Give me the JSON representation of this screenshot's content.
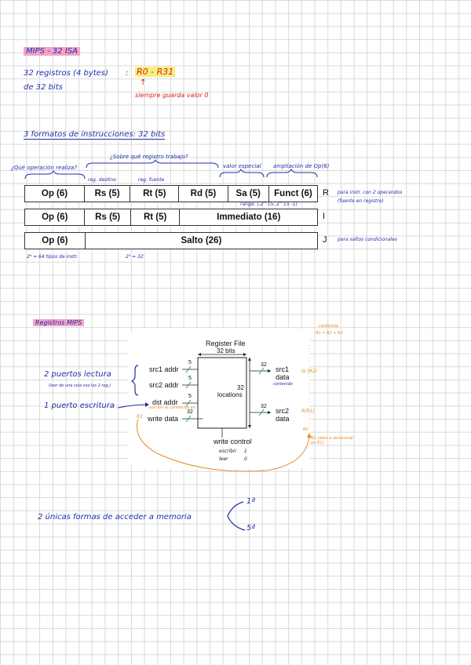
{
  "title": "MIPS - 32 ISA",
  "registers": {
    "line1": "32 registros (4 bytes)",
    "line2": "de 32 bits",
    "equals": ":",
    "range": "R0 - R31",
    "arrow": "↑",
    "note": "siempre guarda valor 0"
  },
  "formats_heading": "3 formatos de instrucciones: 32 bits",
  "annotations": {
    "what_op": "¿Qué operación realiza?",
    "which_reg": "¿Sobre qué registro trabajo?",
    "special": "valor especial",
    "op_ext": "ampliación de Op(6)",
    "dest": "reg. destino",
    "src": "reg. fuente",
    "range": "rango: [-2^15, 2^15 -1]",
    "r_note1": "para instr. con 2 operandos",
    "r_note2": "(fuente en registro)",
    "j_note": "para saltos condicionales",
    "op_types": "2⁶ = 64 tipos de instr.",
    "reg_count": "2⁵ = 32"
  },
  "formats": [
    {
      "type": "R",
      "fields": [
        "Op (6)",
        "Rs (5)",
        "Rt (5)",
        "Rd (5)",
        "Sa (5)",
        "Funct (6)"
      ]
    },
    {
      "type": "I",
      "fields": [
        "Op (6)",
        "Rs (5)",
        "Rt (5)",
        "Immediato (16)"
      ]
    },
    {
      "type": "J",
      "fields": [
        "Op (6)",
        "Salto (26)"
      ]
    }
  ],
  "regs_mips": {
    "heading": "Registros MIPS",
    "read_ports": "2 puertos lectura",
    "read_note": "(leer de una sola vez los 2 reg.)",
    "write_port": "1 puerto escritura",
    "write_note": "escribir el contenido en",
    "rf_title": "Register File",
    "rf_bits": "32 bits",
    "src1_addr": "src1 addr",
    "src2_addr": "src2 addr",
    "dst_addr": "dst addr",
    "write_data": "write data",
    "locations_n": "32",
    "locations": "locations",
    "src1_data": "src1",
    "src1_data2": "data",
    "src1_note": "contenido",
    "src2_data": "src2",
    "src2_data2": "data",
    "bits5": "5",
    "bits32": "32",
    "write_control": "write control",
    "wc_write": "escribir",
    "wc_write_v": "1",
    "wc_read": "leer",
    "wc_read_v": "0",
    "orange_top": "contenido",
    "orange_r1": "R1 = R1 + R2",
    "orange_rr2": "lo (R2)",
    "orange_rr": "R(R1)",
    "orange_sum": "R2 (dato a almacenar en R1)",
    "orange_dst": "R1",
    "orange_wd": "R2"
  },
  "memory": {
    "line": "2 únicas formas de acceder a memoria",
    "opt1": "1ª",
    "opt2": "5ª"
  }
}
